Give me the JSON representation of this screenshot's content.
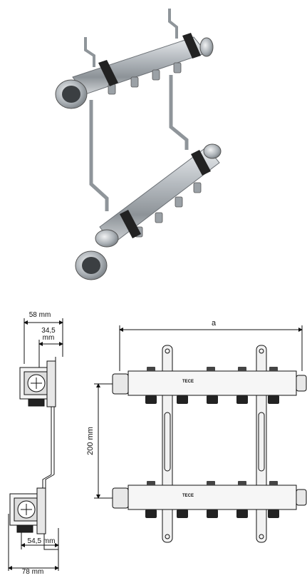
{
  "brand": "TECE",
  "dimensions": {
    "width_total": "78 mm",
    "width_inner": "54,5 mm",
    "width_top": "58 mm",
    "offset_top_line1": "34,5",
    "offset_top_line2": "mm",
    "height_spacing": "200 mm",
    "length": "a"
  },
  "colors": {
    "steel": "#b9bec3",
    "dark": "#222222",
    "line": "#111111"
  }
}
